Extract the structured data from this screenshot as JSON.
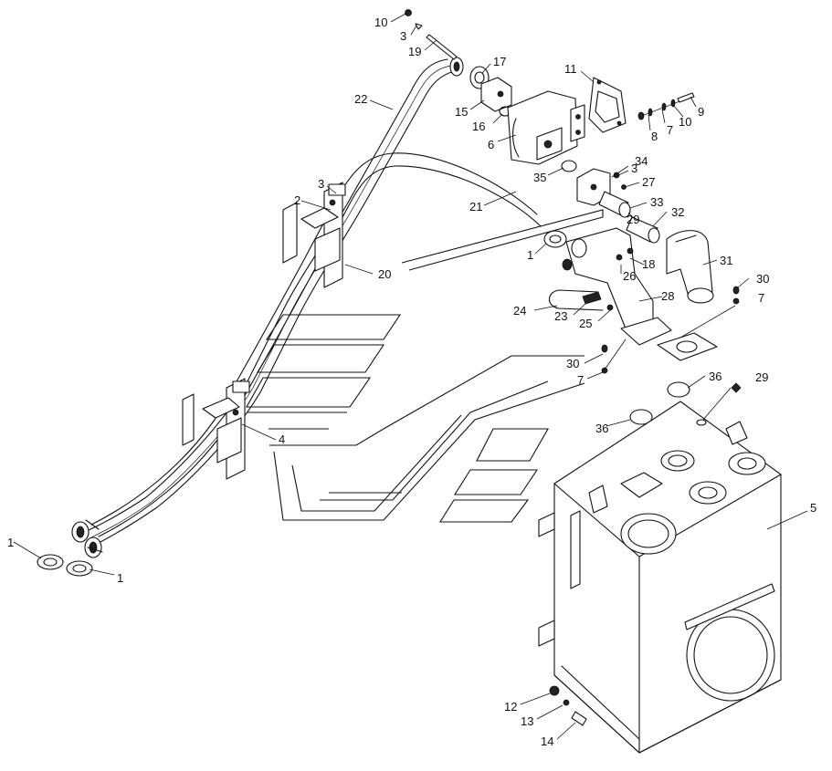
{
  "labels": {
    "l10a": "10",
    "l3a": "3",
    "l19": "19",
    "l17": "17",
    "l11": "11",
    "l22": "22",
    "l15": "15",
    "l16": "16",
    "l6": "6",
    "l9": "9",
    "l10b": "10",
    "l7a": "7",
    "l8": "8",
    "l35": "35",
    "l34": "34",
    "l3b": "3",
    "l27": "27",
    "l3c": "3",
    "l2": "2",
    "l21": "21",
    "l33": "33",
    "l29a": "29",
    "l32": "32",
    "l1a": "1",
    "l18": "18",
    "l31": "31",
    "l26": "26",
    "l20": "20",
    "l30a": "30",
    "l28": "28",
    "l7b": "7",
    "l24": "24",
    "l23": "23",
    "l25": "25",
    "l30b": "30",
    "l7c": "7",
    "l36a": "36",
    "l29b": "29",
    "l36b": "36",
    "l4": "4",
    "l5": "5",
    "l1b": "1",
    "l1c": "1",
    "l12": "12",
    "l13": "13",
    "l14": "14"
  },
  "colors": {
    "line": "#111111",
    "background": "#ffffff",
    "fill_grey": "#d9d9d9"
  }
}
